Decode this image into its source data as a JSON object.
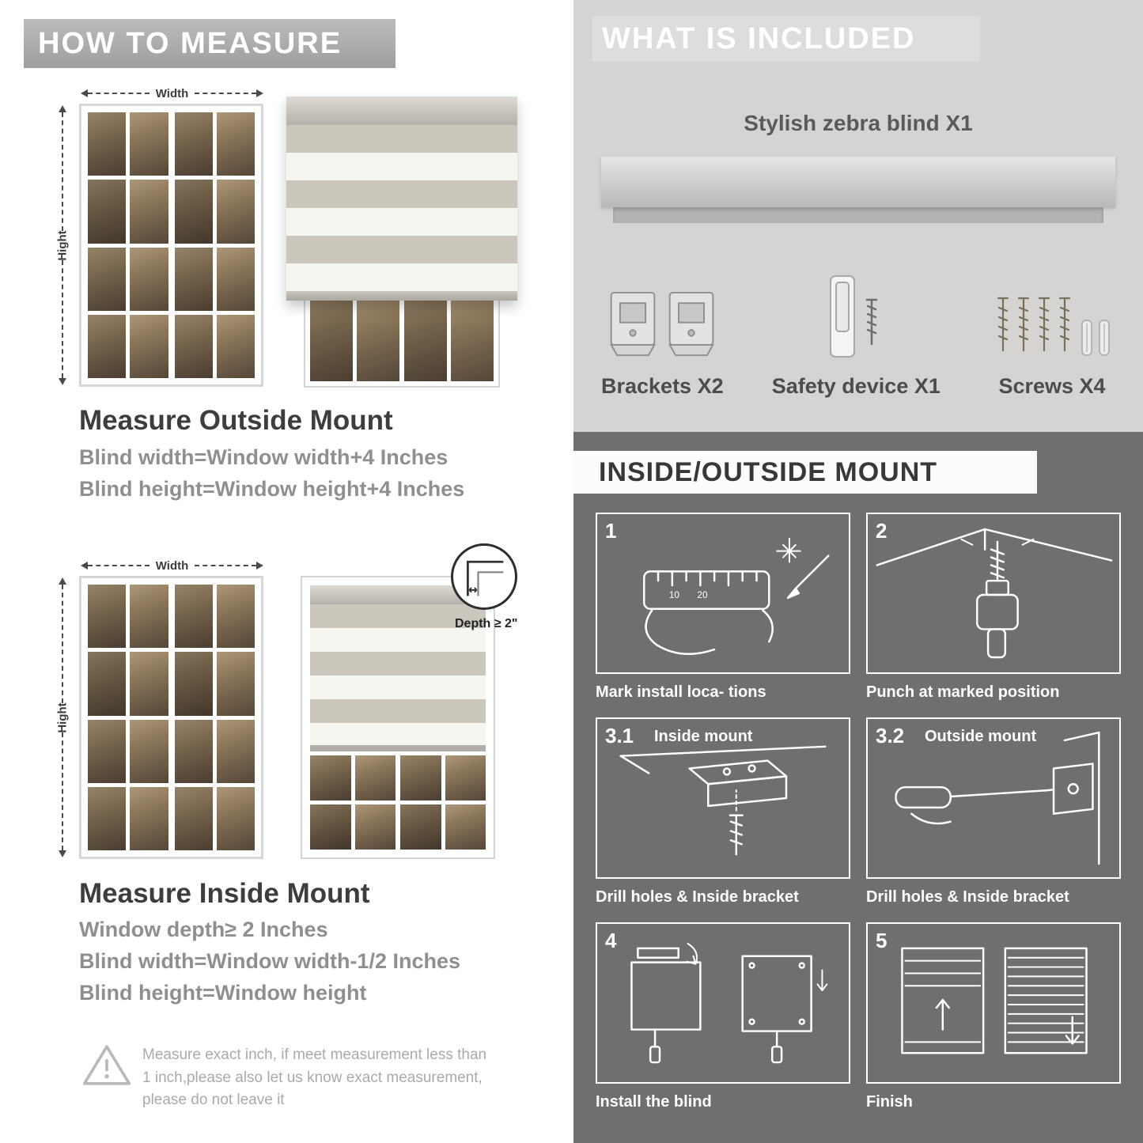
{
  "colors": {
    "header_gray": "#a7a7a7",
    "panel_light": "#d5d4d2",
    "panel_dark": "#6f6f6f",
    "text_dark": "#3d3d3d",
    "text_gray": "#8f8f8f"
  },
  "measure": {
    "header": "HOW TO MEASURE",
    "width_label": "Width",
    "height_label": "Hight",
    "outside": {
      "title": "Measure Outside Mount",
      "lines": [
        "Blind width=Window width+4 Inches",
        "Blind height=Window height+4 Inches"
      ]
    },
    "inside": {
      "title": "Measure Inside Mount",
      "depth_label": "Depth ≥ 2\"",
      "lines": [
        "Window depth≥ 2 Inches",
        "Blind width=Window width-1/2 Inches",
        "Blind height=Window height"
      ]
    },
    "note": "Measure exact inch, if meet measurement less than 1 inch,please also let us know exact measurement, please do not leave it"
  },
  "included": {
    "header": "WHAT IS INCLUDED",
    "blind_label": "Stylish zebra blind X1",
    "items": [
      {
        "label": "Brackets X2"
      },
      {
        "label": "Safety device X1"
      },
      {
        "label": "Screws X4"
      }
    ]
  },
  "mount": {
    "header": "INSIDE/OUTSIDE MOUNT",
    "steps": [
      {
        "num": "1",
        "caption": "Mark install loca- tions"
      },
      {
        "num": "2",
        "caption": "Punch at  marked position"
      },
      {
        "num": "3.1",
        "title": "Inside mount",
        "caption": "Drill holes &  Inside bracket"
      },
      {
        "num": "3.2",
        "title": "Outside mount",
        "caption": "Drill holes &  Inside bracket"
      },
      {
        "num": "4",
        "caption": "Install the blind"
      },
      {
        "num": "5",
        "caption": "Finish"
      }
    ]
  }
}
